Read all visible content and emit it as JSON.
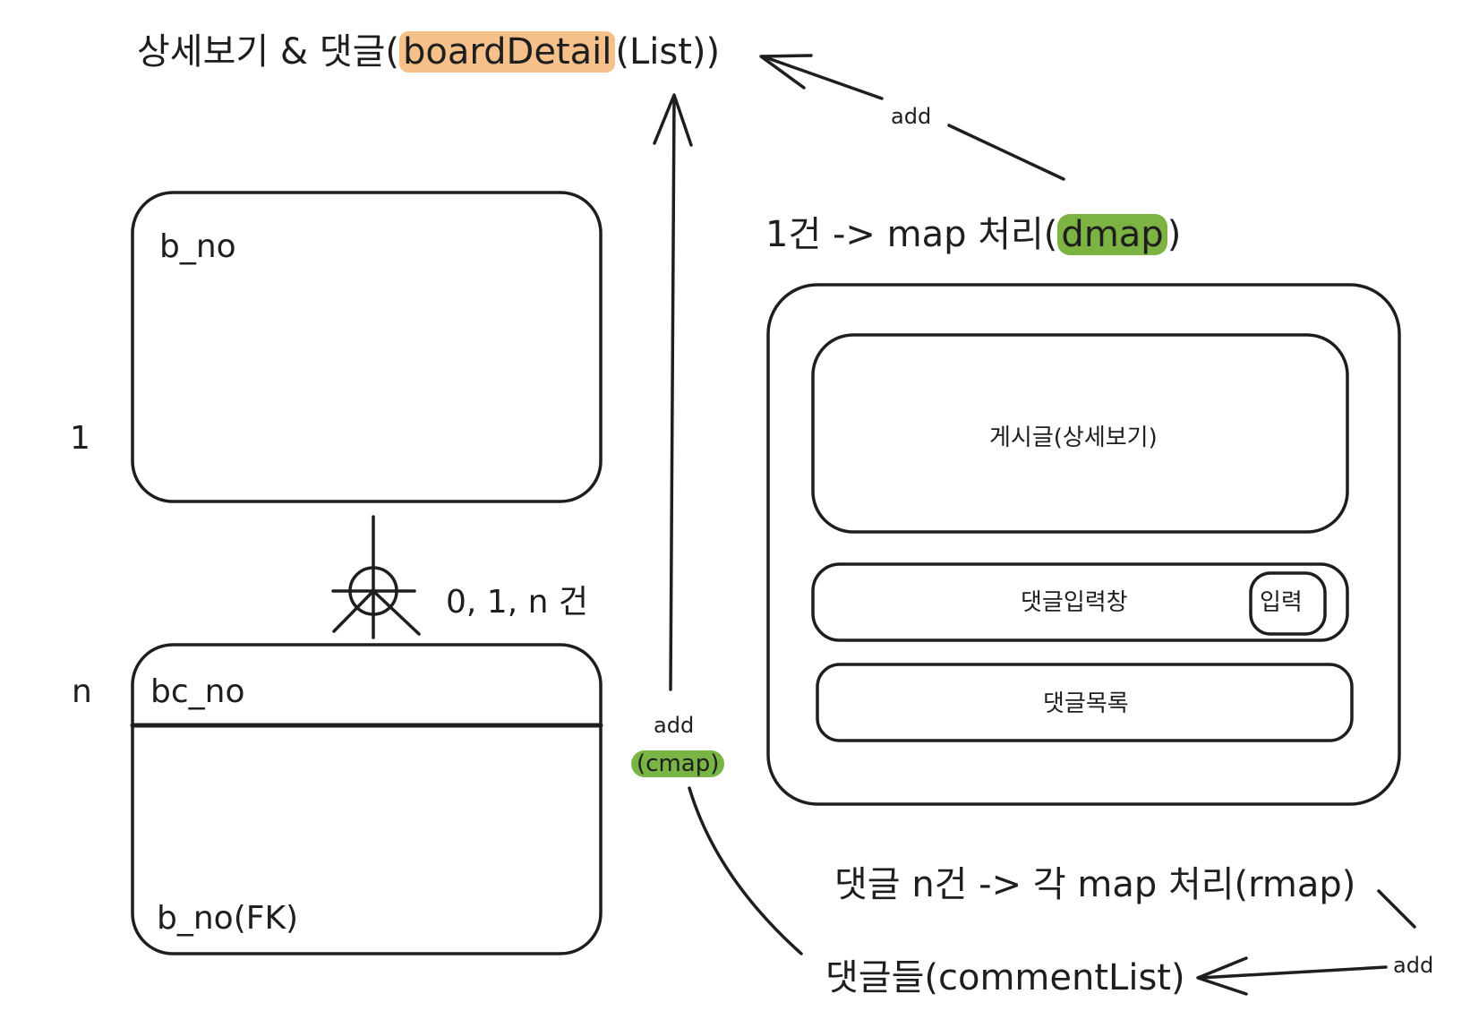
{
  "title": {
    "prefix": "상세보기 & 댓글(",
    "highlight": "boardDetail",
    "suffix": "(List))"
  },
  "arrows": {
    "add_top_right": "add",
    "add_cmap": "add",
    "cmap": "(cmap)",
    "add_bottom_right": "add"
  },
  "dmap_note": {
    "prefix": "1건 -> map 처리(",
    "highlight": "dmap",
    "suffix": ")"
  },
  "entities": {
    "board_field": "b_no",
    "comment_pk": "bc_no",
    "comment_fk": "b_no(FK)"
  },
  "cardinality": {
    "one": "1",
    "many": "n",
    "relation": "0, 1, n 건"
  },
  "screen": {
    "post": "게시글(상세보기)",
    "comment_input": "댓글입력창",
    "submit": "입력",
    "comment_list": "댓글목록"
  },
  "rmap_note": "댓글 n건 -> 각 map 처리(rmap)",
  "comment_list_label": "댓글들(commentList)",
  "colors": {
    "stroke": "#1e1e1e",
    "orange_highlight": "#f5c08a",
    "green_highlight": "#7cb342"
  }
}
